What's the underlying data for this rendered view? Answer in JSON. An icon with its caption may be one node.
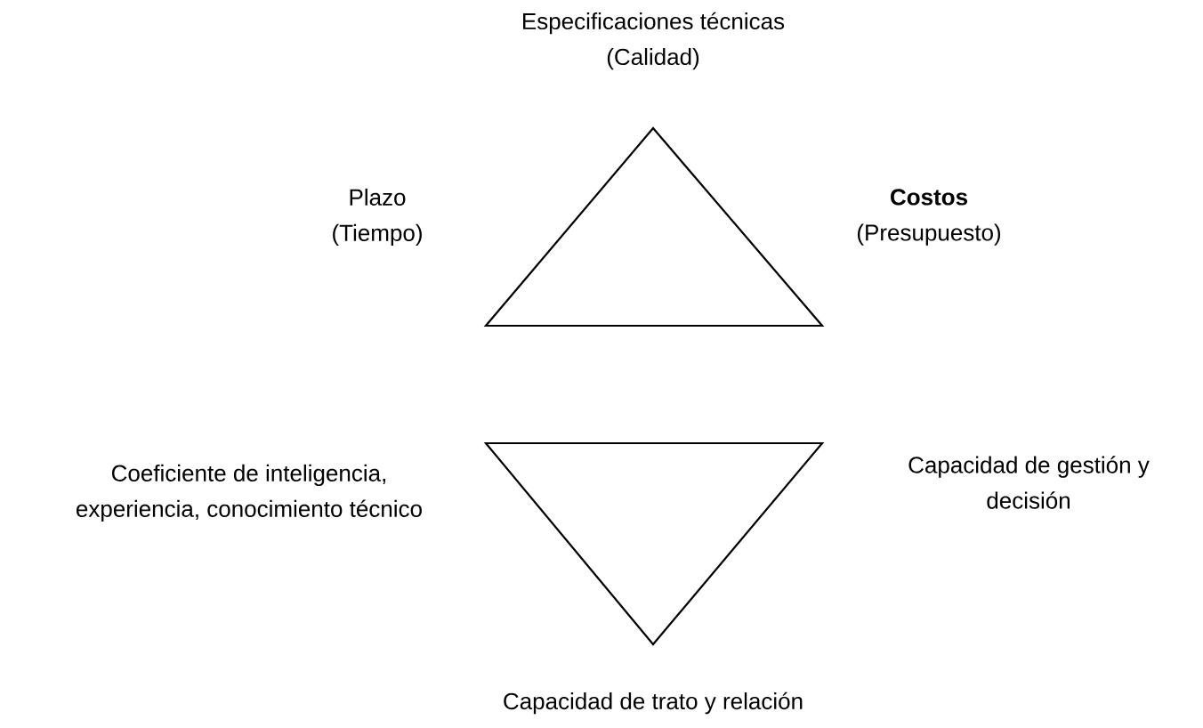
{
  "diagram": {
    "nodes": [
      {
        "text": [],
        "shape": "triangle",
        "beside": [
          "Especificaciones técnicas (Calidad)",
          "Plazo (Tiempo)",
          "**Costos** (Presupuesto)"
        ]
      },
      {
        "text": [],
        "shape": "triangle",
        "beside": [
          "Capacidad de trato y relación"
        ]
      }
    ],
    "labels": [
      "Coeficiente de inteligencia, experiencia, conocimiento técnico",
      "Capacidad de gestión y decisión"
    ]
  }
}
